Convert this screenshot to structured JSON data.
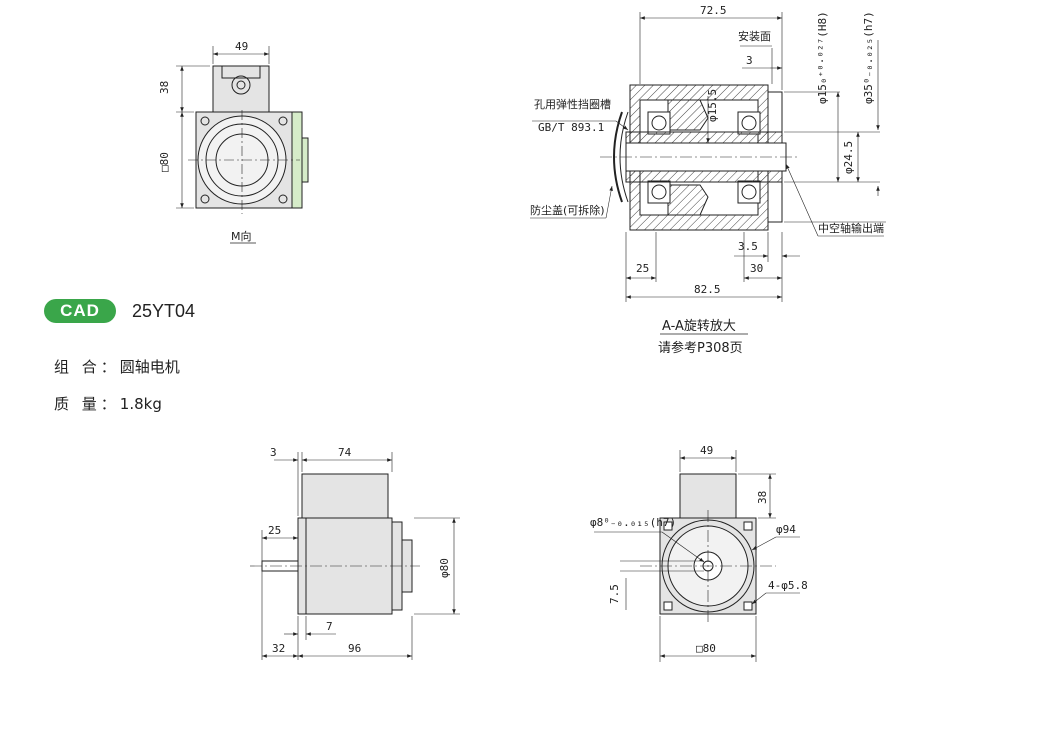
{
  "cad_badge": "CAD",
  "model": "25YT04",
  "specs": {
    "combo_label": "组 合：",
    "combo_value": "圆轴电机",
    "mass_label": "质 量：",
    "mass_value": "1.8kg"
  },
  "view_m": {
    "dim_width": "49",
    "dim_height": "38",
    "dim_square": "□80",
    "caption": "M向"
  },
  "section_aa": {
    "dim_total_top": "72.5",
    "mount_face": "安装面",
    "dim_3": "3",
    "dim_bore15": "φ15₀⁺⁰·⁰²⁷(H8)",
    "dim_pilot35": "φ35⁰₋₀.₀₂₅(h7)",
    "circlip_label": "孔用弹性挡圈槽",
    "circlip_std": "GB/T 893.1",
    "dim_155": "φ15.5",
    "dim_245": "φ24.5",
    "dust_cap": "防尘盖(可拆除)",
    "hollow_out": "中空轴输出端",
    "dim_35": "3.5",
    "dim_25": "25",
    "dim_30": "30",
    "dim_825": "82.5",
    "caption": "A-A旋转放大",
    "ref": "请参考P308页"
  },
  "side_view": {
    "dim_3": "3",
    "dim_74": "74",
    "dim_25": "25",
    "dim_80": "φ80",
    "dim_7": "7",
    "dim_32": "32",
    "dim_96": "96"
  },
  "front_view": {
    "dim_49": "49",
    "dim_38": "38",
    "dim_shaft": "φ8⁰₋₀.₀₁₅(h7)",
    "dim_94": "φ94",
    "dim_75": "7.5",
    "dim_holes": "4-φ5.8",
    "dim_square": "□80"
  },
  "colors": {
    "badge": "#3aa64a",
    "housing": "#e4e4e4",
    "terminal": "#d6ecc9",
    "line": "#222222"
  }
}
